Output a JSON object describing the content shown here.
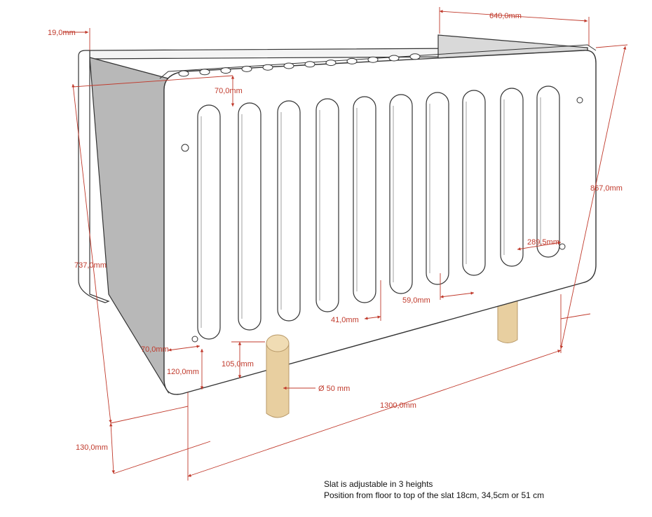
{
  "dimensions": {
    "top_depth": "640,0mm",
    "panel_thickness": "19,0mm",
    "slat_top_gap": "70,0mm",
    "total_height": "867,0mm",
    "panel_height": "737,0mm",
    "end_slat_width": "289,5mm",
    "slat_spacing": "59,0mm",
    "slat_width": "41,0mm",
    "bottom_margin": "70,0mm",
    "slot_bottom": "120,0mm",
    "slot_gap": "105,0mm",
    "leg_diameter": "Ø 50 mm",
    "total_length": "1300,0mm",
    "leg_height": "130,0mm"
  },
  "notes": {
    "line1": "Slat is adjustable in 3 heights",
    "line2": "Position from floor to top of the slat 18cm, 34,5cm or 51 cm"
  },
  "colors": {
    "dimension": "#c0392b",
    "outline": "#333333",
    "panel": "#ffffff",
    "side_panel": "#b8b8b8",
    "wood_slat": "#a58868",
    "leg": "#e8cfa0",
    "leg_edge": "#b89968"
  }
}
